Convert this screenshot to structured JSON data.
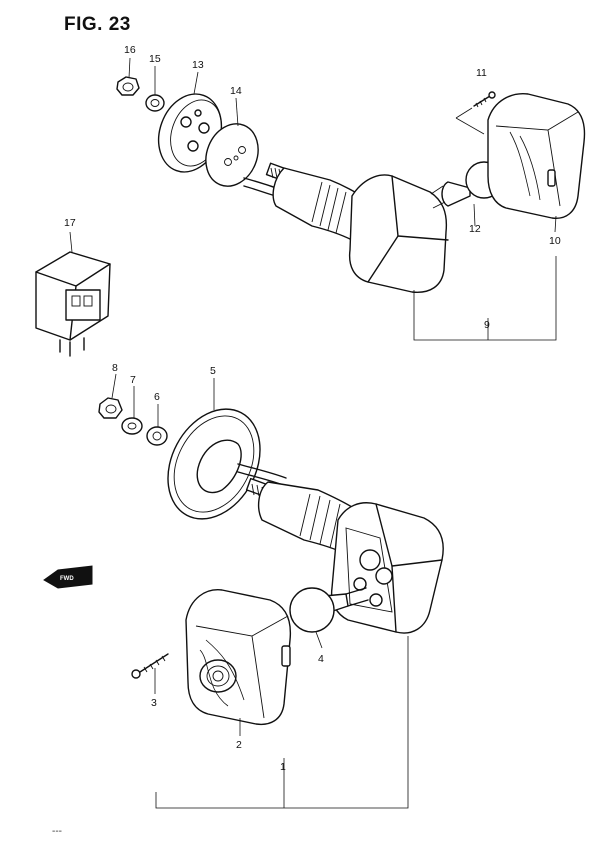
{
  "figure": {
    "title": "FIG. 23",
    "footer": "---"
  },
  "fwd_label": "FWD",
  "callouts": [
    {
      "id": "c1",
      "label": "1"
    },
    {
      "id": "c2",
      "label": "2"
    },
    {
      "id": "c3",
      "label": "3"
    },
    {
      "id": "c4",
      "label": "4"
    },
    {
      "id": "c5",
      "label": "5"
    },
    {
      "id": "c6",
      "label": "6"
    },
    {
      "id": "c7",
      "label": "7"
    },
    {
      "id": "c8",
      "label": "8"
    },
    {
      "id": "c9",
      "label": "9"
    },
    {
      "id": "c10",
      "label": "10"
    },
    {
      "id": "c11",
      "label": "11"
    },
    {
      "id": "c12",
      "label": "12"
    },
    {
      "id": "c13",
      "label": "13"
    },
    {
      "id": "c14",
      "label": "14"
    },
    {
      "id": "c15",
      "label": "15"
    },
    {
      "id": "c16",
      "label": "16"
    },
    {
      "id": "c17",
      "label": "17"
    }
  ]
}
